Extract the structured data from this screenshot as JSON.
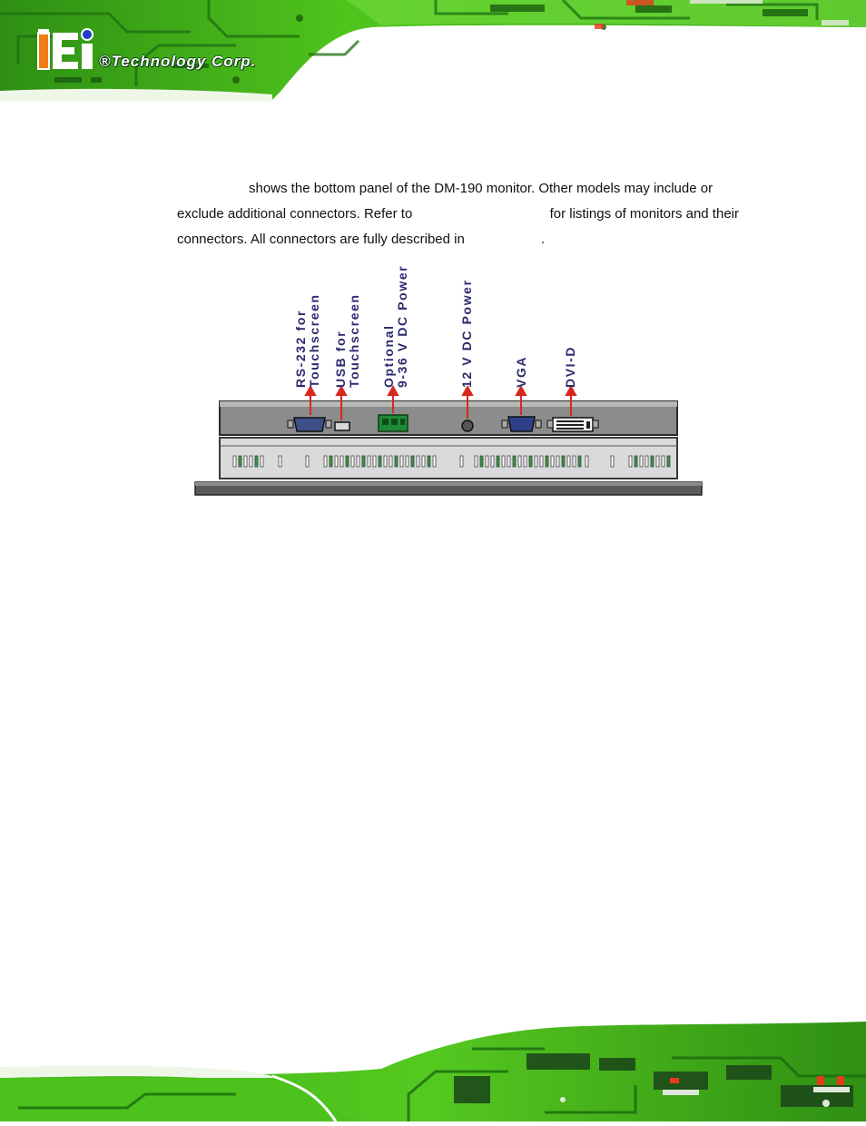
{
  "header": {
    "logo_text": "®Technology Corp."
  },
  "paragraph": {
    "line1_b": "shows the bottom panel of the DM-190 monitor. Other models may include or",
    "line2_a": "exclude  additional  connectors.  Refer  to",
    "line2_b": "for  listings  of  monitors  and  their",
    "line3_a": "connectors. All connectors are fully described in",
    "line3_b": "."
  },
  "figure": {
    "labels": {
      "rs232_1": "RS-232 for",
      "rs232_2": "Touchscreen",
      "usb_1": "USB for",
      "usb_2": "Touchscreen",
      "opt_1": "Optional",
      "opt_2": "9-36 V DC Power",
      "dc12": "12 V DC Power",
      "vga": "VGA",
      "dvi": "DVI-D"
    },
    "colors": {
      "label": "#2a2a6e",
      "arrow": "#d9271d",
      "panel": "#8c8c8c",
      "panel_dark": "#3a3a3a"
    }
  },
  "colors": {
    "pcb_green": "#4cc21c",
    "pcb_dark": "#1b6b12"
  }
}
